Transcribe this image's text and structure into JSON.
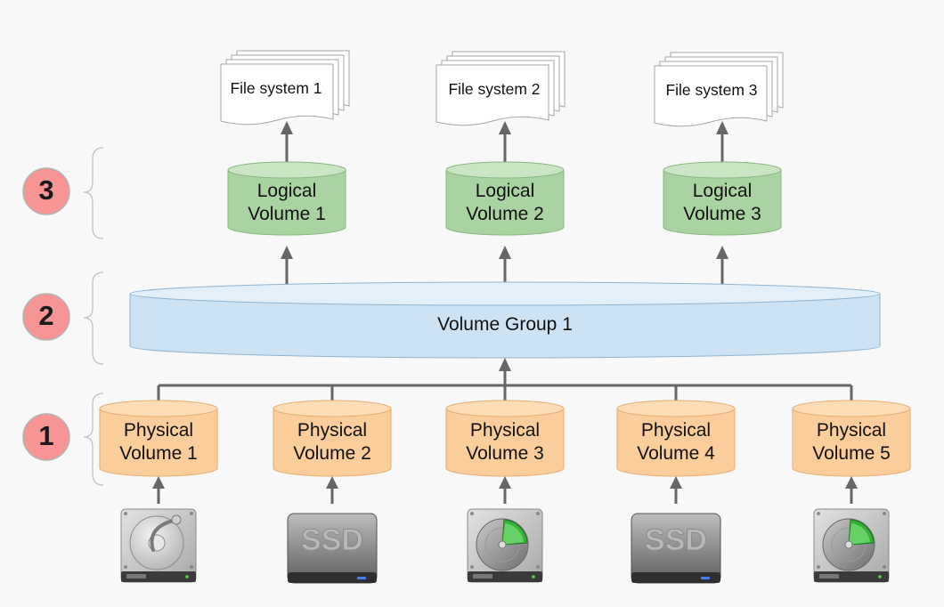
{
  "layers": [
    {
      "id": "1",
      "label": "1"
    },
    {
      "id": "2",
      "label": "2"
    },
    {
      "id": "3",
      "label": "3"
    }
  ],
  "file_systems": [
    {
      "label": "File system 1"
    },
    {
      "label": "File system 2"
    },
    {
      "label": "File system 3"
    }
  ],
  "logical_volumes": [
    {
      "line1": "Logical",
      "line2": "Volume 1"
    },
    {
      "line1": "Logical",
      "line2": "Volume 2"
    },
    {
      "line1": "Logical",
      "line2": "Volume 3"
    }
  ],
  "volume_group": {
    "label": "Volume Group 1"
  },
  "physical_volumes": [
    {
      "line1": "Physical",
      "line2": "Volume 1"
    },
    {
      "line1": "Physical",
      "line2": "Volume 2"
    },
    {
      "line1": "Physical",
      "line2": "Volume 3"
    },
    {
      "line1": "Physical",
      "line2": "Volume 4"
    },
    {
      "line1": "Physical",
      "line2": "Volume 5"
    }
  ],
  "drives": [
    {
      "type": "hdd-icon"
    },
    {
      "type": "ssd-icon",
      "text": "SSD"
    },
    {
      "type": "hdd-pie-icon"
    },
    {
      "type": "ssd-icon",
      "text": "SSD"
    },
    {
      "type": "hdd-pie-icon"
    }
  ],
  "colors": {
    "logical_fill": "#a9d4a1",
    "logical_top": "#c9e5c3",
    "logical_stroke": "#86b77e",
    "physical_fill": "#fbcd9b",
    "physical_top": "#fddcb6",
    "physical_stroke": "#e4ad73",
    "group_fill": "#cde3f3",
    "group_stroke": "#8eb3d0",
    "badge_fill": "#f79595",
    "badge_stroke": "#b3b3b3",
    "arrow": "#666666"
  }
}
